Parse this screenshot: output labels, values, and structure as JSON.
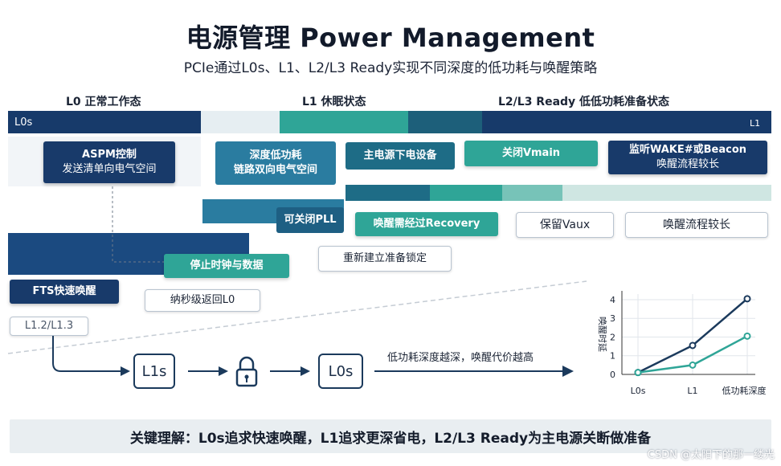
{
  "title": "电源管理 Power Management",
  "subtitle": "PCIe通过L0s、L1、L2/L3 Ready实现不同深度的低功耗与唤醒策略",
  "columns": {
    "l0": "L0 正常工作态",
    "l1": "L1 休眠状态",
    "l23": "L2/L3 Ready 低低功耗准备状态"
  },
  "timeline": {
    "left_label": "L0s",
    "right_label": "L1"
  },
  "boxes": {
    "aspm": [
      "ASPM控制",
      "发送清单向电气空间"
    ],
    "deep_low_power": [
      "深度低功耗",
      "链路双向电气空间"
    ],
    "main_power_off": "主电源下电设备",
    "close_vmain": "关闭Vmain",
    "wake_beacon": [
      "监听WAKE#或Beacon",
      "唤醒流程较长"
    ],
    "pll_off": "可关闭PLL",
    "wake_recovery": "唤醒需经过Recovery",
    "keep_vaux": "保留Vaux",
    "wake_long": "唤醒流程较长",
    "stop_clock": "停止时钟与数据",
    "rebuild_lock": "重新建立准备锁定",
    "fts_wake": "FTS快速唤醒",
    "ns_return": "纳秒级返回L0",
    "l12_l13": "L1.2/L1.3"
  },
  "flow": {
    "node1": "L1s",
    "node3": "L0s",
    "lock_icon": "lock-icon",
    "caption": "低功耗深度越深，唤醒代价越高"
  },
  "chart_data": {
    "type": "line",
    "title": "",
    "ylabel": "唤醒时延",
    "xlabel": "低功耗深度",
    "categories": [
      "L0s",
      "L1",
      "低功耗深度"
    ],
    "yticks": [
      0,
      1,
      2,
      3,
      4
    ],
    "ylim": [
      0,
      4.3
    ],
    "series": [
      {
        "values": [
          0.1,
          1.55,
          4.05
        ],
        "color": "#1b3a5c"
      },
      {
        "values": [
          0.1,
          0.5,
          2.05
        ],
        "color": "#2fa597"
      }
    ]
  },
  "footer": "关键理解：L0s追求快速唤醒，L1追求更深省电，L2/L3 Ready为主电源关断做准备",
  "watermark": "CSDN @太阳下的那一缕光",
  "colors": {
    "navy": "#183a6a",
    "teal": "#2fa597",
    "light_teal": "#b6ded8",
    "background": "#ffffff"
  }
}
